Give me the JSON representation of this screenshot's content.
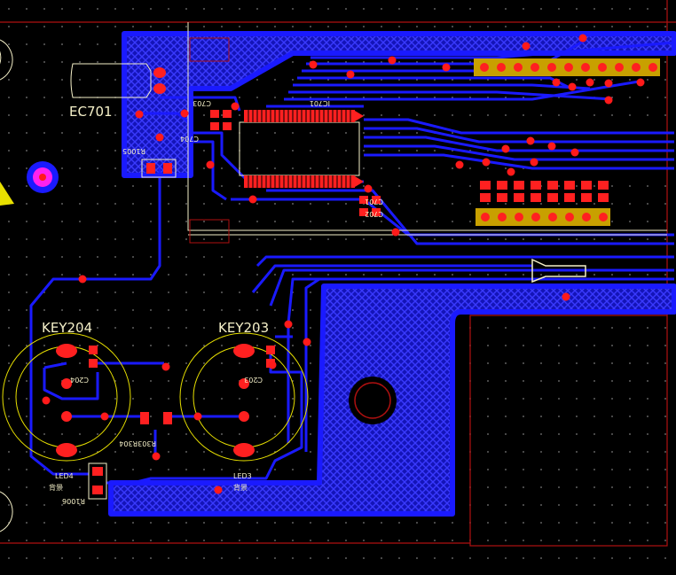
{
  "title": "",
  "colors": {
    "background": "#000000",
    "copper": "#1a1aff",
    "copper_hatch": "#2b2bd6",
    "pad": "#ff2020",
    "via": "#ff1a1a",
    "silkscreen": "#f5f0c8",
    "outline": "#b01010",
    "header": "#c8a000",
    "grid_dot": "#7a7a7a"
  },
  "labels": {
    "ec701": "EC701",
    "key204": "KEY204",
    "key203": "KEY203",
    "led4": "LED4",
    "led3": "LED3",
    "r1005": "R1005",
    "r1006": "R1006",
    "c703": "C703",
    "c704": "C704",
    "ic701": "IC701",
    "c701": "C701",
    "c702": "C702",
    "c204": "C204",
    "c203": "C203",
    "r303r304": "R303R304",
    "chinese_led4": "背景",
    "chinese_led3": "背景"
  }
}
